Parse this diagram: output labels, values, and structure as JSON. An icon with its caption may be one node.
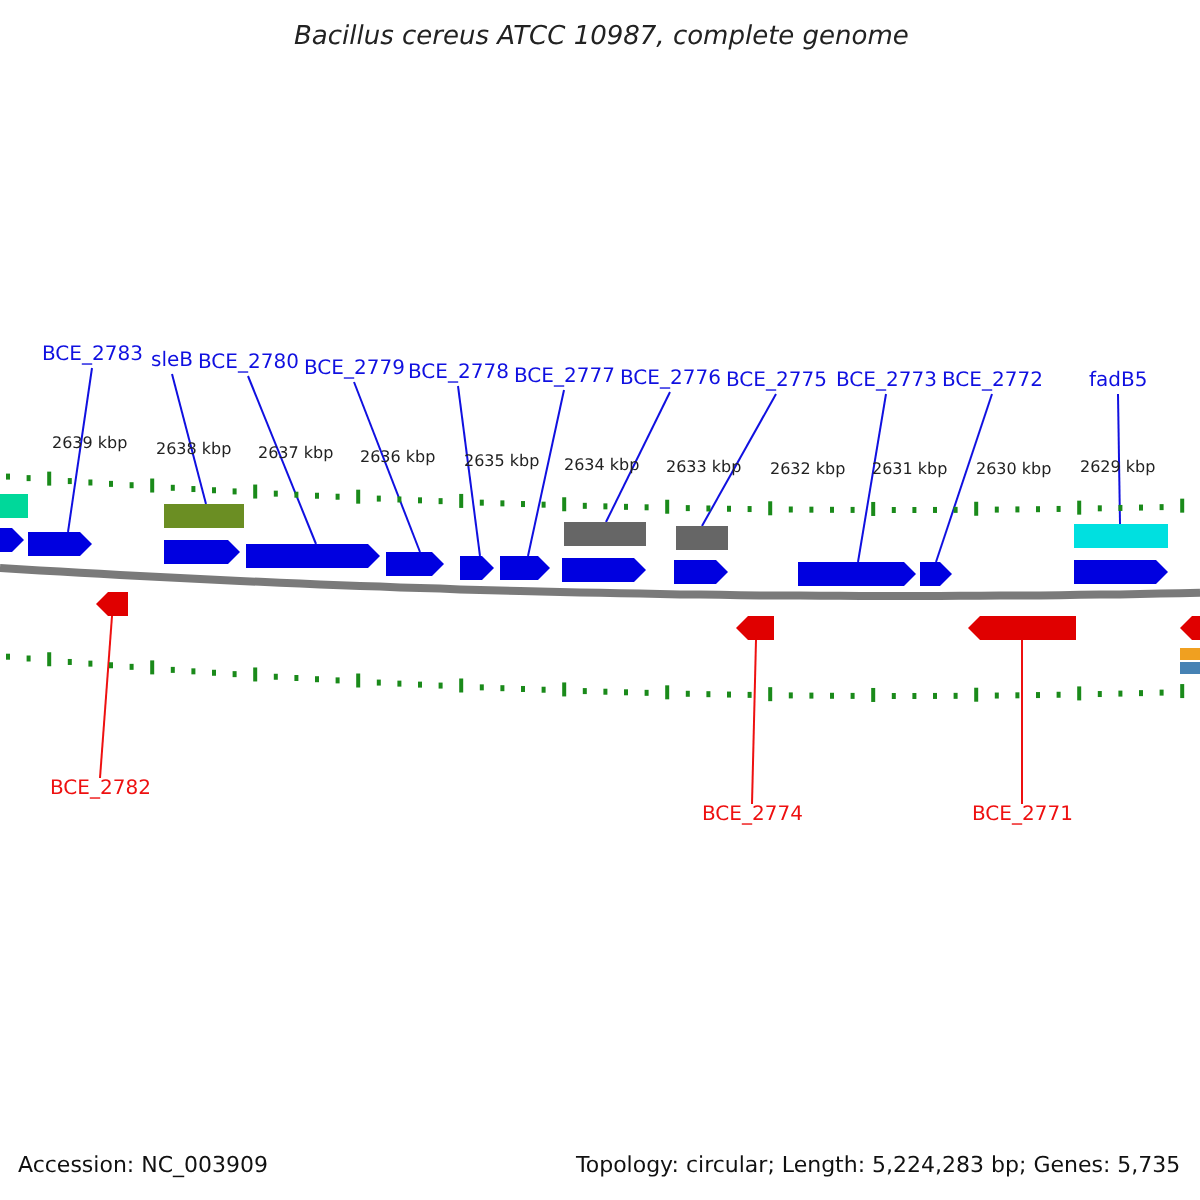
{
  "diagram": {
    "title": "Bacillus cereus ATCC 10987, complete genome",
    "nodes": [
      {
        "text": [
          "BCE_2783"
        ]
      },
      {
        "text": [
          "sleB"
        ]
      },
      {
        "text": [
          "BCE_2780"
        ]
      },
      {
        "text": [
          "BCE_2779"
        ]
      },
      {
        "text": [
          "BCE_2778"
        ]
      },
      {
        "text": [
          "BCE_2777"
        ]
      },
      {
        "text": [
          "BCE_2776"
        ]
      },
      {
        "text": [
          "BCE_2775"
        ]
      },
      {
        "text": [
          "BCE_2773"
        ]
      },
      {
        "text": [
          "BCE_2772"
        ]
      },
      {
        "text": [
          "fadB5"
        ]
      },
      {
        "text": [
          "BCE_2782"
        ]
      },
      {
        "text": [
          "BCE_2774"
        ]
      },
      {
        "text": [
          "BCE_2771"
        ]
      },
      {
        "text": [],
        "shape": "box"
      },
      {
        "text": [],
        "shape": "box"
      },
      {
        "text": [],
        "shape": "box"
      },
      {
        "text": [],
        "shape": "box"
      },
      {
        "text": [],
        "shape": "box"
      },
      {
        "text": [],
        "shape": "arrow"
      },
      {
        "text": [],
        "shape": "arrow"
      },
      {
        "text": [],
        "shape": "arrow"
      },
      {
        "text": [],
        "shape": "arrow"
      },
      {
        "text": [],
        "shape": "arrow"
      },
      {
        "text": [],
        "shape": "arrow"
      },
      {
        "text": [],
        "shape": "arrow"
      },
      {
        "text": [],
        "shape": "arrow"
      },
      {
        "text": [],
        "shape": "arrow"
      },
      {
        "text": [],
        "shape": "arrow"
      },
      {
        "text": [],
        "shape": "arrow"
      },
      {
        "text": [],
        "shape": "arrow"
      },
      {
        "text": [],
        "shape": "arrow"
      },
      {
        "text": [],
        "shape": "arrow"
      },
      {
        "text": [],
        "shape": "arrow"
      },
      {
        "text": [],
        "shape": "arrow"
      },
      {
        "text": [],
        "shape": "box"
      },
      {
        "text": [],
        "shape": "box"
      }
    ],
    "edges": [
      {
        "from": 0,
        "to": 20,
        "arrow": "none"
      },
      {
        "from": 1,
        "to": 15,
        "arrow": "none"
      },
      {
        "from": 2,
        "to": 22,
        "arrow": "none"
      },
      {
        "from": 3,
        "to": 23,
        "arrow": "none"
      },
      {
        "from": 4,
        "to": 24,
        "arrow": "none"
      },
      {
        "from": 5,
        "to": 25,
        "arrow": "none"
      },
      {
        "from": 6,
        "to": 16,
        "arrow": "none"
      },
      {
        "from": 7,
        "to": 17,
        "arrow": "none"
      },
      {
        "from": 8,
        "to": 28,
        "arrow": "none"
      },
      {
        "from": 9,
        "to": 29,
        "arrow": "none"
      },
      {
        "from": 10,
        "to": 18,
        "arrow": "none"
      },
      {
        "from": 11,
        "to": 31,
        "arrow": "none",
        "color": "#ee1010"
      },
      {
        "from": 12,
        "to": 32,
        "arrow": "none",
        "color": "#ee1010"
      },
      {
        "from": 13,
        "to": 33,
        "arrow": "none",
        "color": "#ee1010"
      }
    ],
    "labels": [
      "2639 kbp",
      "2638 kbp",
      "2637 kbp",
      "2636 kbp",
      "2635 kbp",
      "2634 kbp",
      "2633 kbp",
      "2632 kbp",
      "2631 kbp",
      "2630 kbp",
      "2629 kbp",
      "Accession: NC_003909",
      "Topology: circular; Length: 5,224,283 bp; Genes: 5,735"
    ]
  }
}
